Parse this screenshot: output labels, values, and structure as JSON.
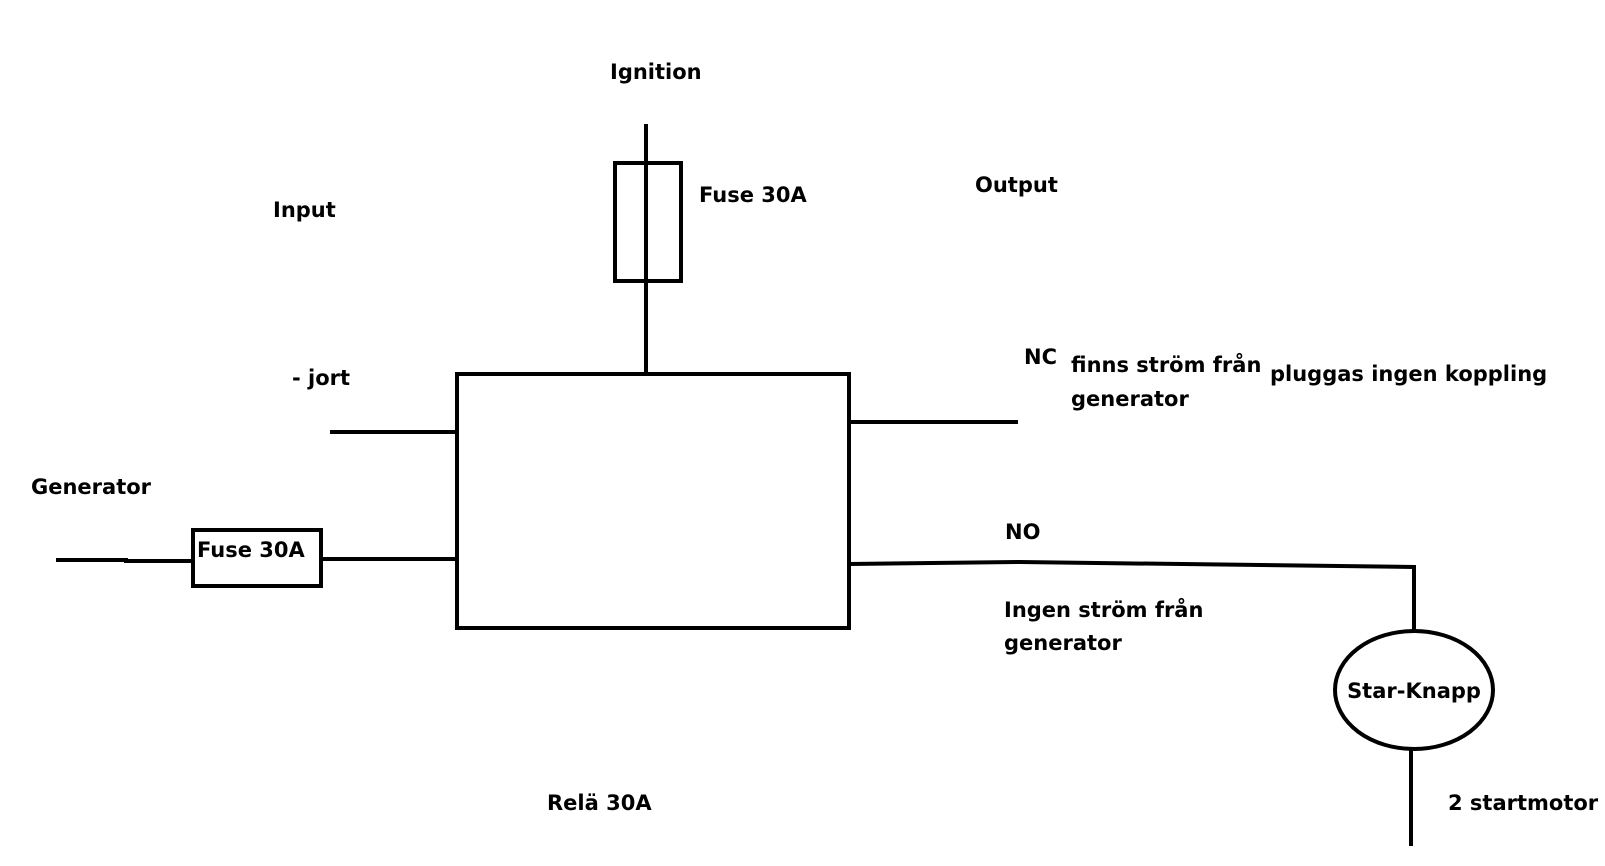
{
  "labels": {
    "ignition": "Ignition",
    "ignition_fuse": "Fuse 30A",
    "input": "Input",
    "output": "Output",
    "ground": "- jort",
    "generator": "Generator",
    "generator_fuse": "Fuse 30A",
    "nc": "NC",
    "nc_note_line1": "finns ström från",
    "nc_note_line2": "generator",
    "nc_unplugged": "pluggas ingen koppling",
    "no": "NO",
    "no_note_line1": "Ingen ström från",
    "no_note_line2": "generator",
    "start_button": "Star-Knapp",
    "starter_motor": "2 startmotor",
    "relay": "Relä 30A"
  },
  "colors": {
    "line": "#000000",
    "background": "#ffffff"
  }
}
